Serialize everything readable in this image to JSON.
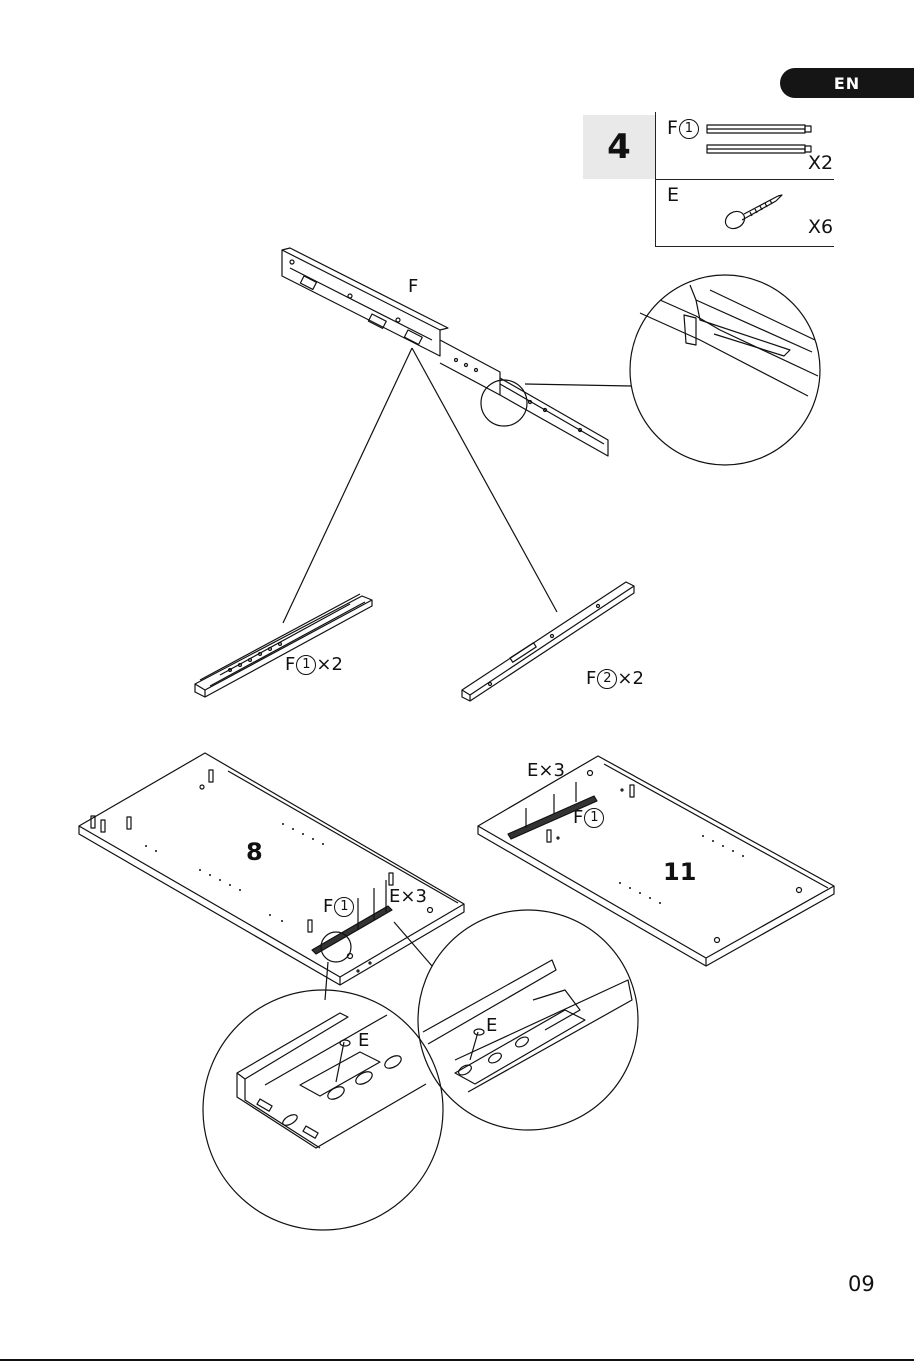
{
  "language_badge": "EN",
  "step_number": "4",
  "parts_list": [
    {
      "label": "F",
      "index": "1",
      "quantity": "X2"
    },
    {
      "label": "E",
      "quantity": "X6"
    }
  ],
  "labels": {
    "slide_assembly": "F",
    "inner_rail": {
      "letter": "F",
      "index": "1",
      "times": "×2"
    },
    "outer_rail": {
      "letter": "F",
      "index": "2",
      "times": "×2"
    },
    "panel8_screws": "E×3",
    "panel8_rail": {
      "letter": "F",
      "index": "1"
    },
    "panel11_screws": "E×3",
    "panel11_rail": {
      "letter": "F",
      "index": "1"
    },
    "detail_left_screw": "E",
    "detail_right_screw": "E"
  },
  "panels": {
    "left": "8",
    "right": "11"
  },
  "page_number": "09"
}
